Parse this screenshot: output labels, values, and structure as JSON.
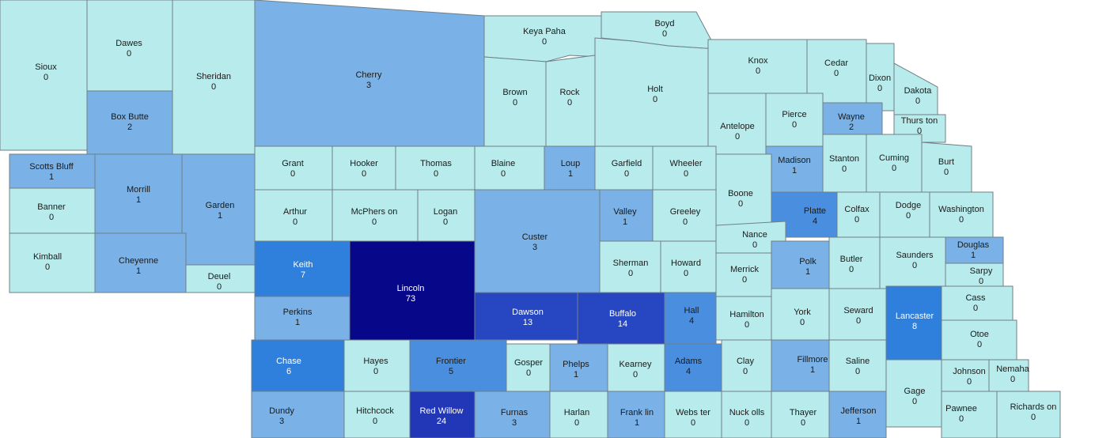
{
  "colors": {
    "c0": "#b8ecec",
    "c1": "#7ab1e6",
    "c4": "#4a8ee0",
    "c6": "#2f7fdd",
    "c13": "#2747c2",
    "c24": "#2137b8",
    "c73": "#07078a",
    "border": "#6f7f86",
    "text_light": "#1a1a1a",
    "text_dark": "#ffffff"
  },
  "counties": [
    {
      "id": "sioux",
      "name": "Sioux",
      "value": 0
    },
    {
      "id": "dawes",
      "name": "Dawes",
      "value": 0
    },
    {
      "id": "sheridan",
      "name": "Sheridan",
      "value": 0
    },
    {
      "id": "cherry",
      "name": "Cherry",
      "value": 3
    },
    {
      "id": "keya-paha",
      "name": "Keya Paha",
      "value": 0
    },
    {
      "id": "boyd",
      "name": "Boyd",
      "value": 0
    },
    {
      "id": "brown",
      "name": "Brown",
      "value": 0
    },
    {
      "id": "rock",
      "name": "Rock",
      "value": 0
    },
    {
      "id": "holt",
      "name": "Holt",
      "value": 0
    },
    {
      "id": "knox",
      "name": "Knox",
      "value": 0
    },
    {
      "id": "cedar",
      "name": "Cedar",
      "value": 0
    },
    {
      "id": "dixon",
      "name": "Dixon",
      "value": 0
    },
    {
      "id": "dakota",
      "name": "Dakota",
      "value": 0
    },
    {
      "id": "box-butte",
      "name": "Box Butte",
      "value": 2
    },
    {
      "id": "antelope",
      "name": "Antelope",
      "value": 0
    },
    {
      "id": "pierce",
      "name": "Pierce",
      "value": 0
    },
    {
      "id": "wayne",
      "name": "Wayne",
      "value": 2
    },
    {
      "id": "thurston",
      "name": "Thurs ton",
      "value": 0
    },
    {
      "id": "scotts-bluff",
      "name": "Scotts Bluff",
      "value": 1
    },
    {
      "id": "morrill",
      "name": "Morrill",
      "value": 1
    },
    {
      "id": "garden",
      "name": "Garden",
      "value": 1
    },
    {
      "id": "grant",
      "name": "Grant",
      "value": 0
    },
    {
      "id": "hooker",
      "name": "Hooker",
      "value": 0
    },
    {
      "id": "thomas",
      "name": "Thomas",
      "value": 0
    },
    {
      "id": "blaine",
      "name": "Blaine",
      "value": 0
    },
    {
      "id": "loup",
      "name": "Loup",
      "value": 1
    },
    {
      "id": "garfield",
      "name": "Garfield",
      "value": 0
    },
    {
      "id": "wheeler",
      "name": "Wheeler",
      "value": 0
    },
    {
      "id": "madison",
      "name": "Madison",
      "value": 1
    },
    {
      "id": "stanton",
      "name": "Stanton",
      "value": 0
    },
    {
      "id": "cuming",
      "name": "Cuming",
      "value": 0
    },
    {
      "id": "burt",
      "name": "Burt",
      "value": 0
    },
    {
      "id": "banner",
      "name": "Banner",
      "value": 0
    },
    {
      "id": "arthur",
      "name": "Arthur",
      "value": 0
    },
    {
      "id": "mcpherson",
      "name": "McPhers on",
      "value": 0
    },
    {
      "id": "logan",
      "name": "Logan",
      "value": 0
    },
    {
      "id": "custer",
      "name": "Custer",
      "value": 3
    },
    {
      "id": "valley",
      "name": "Valley",
      "value": 1
    },
    {
      "id": "greeley",
      "name": "Greeley",
      "value": 0
    },
    {
      "id": "boone",
      "name": "Boone",
      "value": 0
    },
    {
      "id": "platte",
      "name": "Platte",
      "value": 4
    },
    {
      "id": "colfax",
      "name": "Colfax",
      "value": 0
    },
    {
      "id": "dodge",
      "name": "Dodge",
      "value": 0
    },
    {
      "id": "washington",
      "name": "Washington",
      "value": 0
    },
    {
      "id": "kimball",
      "name": "Kimball",
      "value": 0
    },
    {
      "id": "cheyenne",
      "name": "Cheyenne",
      "value": 1
    },
    {
      "id": "deuel",
      "name": "Deuel",
      "value": 0
    },
    {
      "id": "keith",
      "name": "Keith",
      "value": 7
    },
    {
      "id": "lincoln",
      "name": "Lincoln",
      "value": 73
    },
    {
      "id": "sherman",
      "name": "Sherman",
      "value": 0
    },
    {
      "id": "howard",
      "name": "Howard",
      "value": 0
    },
    {
      "id": "nance",
      "name": "Nance",
      "value": 0
    },
    {
      "id": "merrick",
      "name": "Merrick",
      "value": 0
    },
    {
      "id": "polk",
      "name": "Polk",
      "value": 1
    },
    {
      "id": "butler",
      "name": "Butler",
      "value": 0
    },
    {
      "id": "saunders",
      "name": "Saunders",
      "value": 0
    },
    {
      "id": "douglas",
      "name": "Douglas",
      "value": 1
    },
    {
      "id": "sarpy",
      "name": "Sarpy",
      "value": 0
    },
    {
      "id": "perkins",
      "name": "Perkins",
      "value": 1
    },
    {
      "id": "dawson",
      "name": "Dawson",
      "value": 13
    },
    {
      "id": "buffalo",
      "name": "Buffalo",
      "value": 14
    },
    {
      "id": "hall",
      "name": "Hall",
      "value": 4
    },
    {
      "id": "hamilton",
      "name": "Hamilton",
      "value": 0
    },
    {
      "id": "york",
      "name": "York",
      "value": 0
    },
    {
      "id": "seward",
      "name": "Seward",
      "value": 0
    },
    {
      "id": "lancaster",
      "name": "Lancaster",
      "value": 8
    },
    {
      "id": "cass",
      "name": "Cass",
      "value": 0
    },
    {
      "id": "otoe",
      "name": "Otoe",
      "value": 0
    },
    {
      "id": "chase",
      "name": "Chase",
      "value": 6
    },
    {
      "id": "hayes",
      "name": "Hayes",
      "value": 0
    },
    {
      "id": "frontier",
      "name": "Frontier",
      "value": 5
    },
    {
      "id": "gosper",
      "name": "Gosper",
      "value": 0
    },
    {
      "id": "phelps",
      "name": "Phelps",
      "value": 1
    },
    {
      "id": "kearney",
      "name": "Kearney",
      "value": 0
    },
    {
      "id": "adams",
      "name": "Adams",
      "value": 4
    },
    {
      "id": "clay",
      "name": "Clay",
      "value": 0
    },
    {
      "id": "fillmore",
      "name": "Fillmore",
      "value": 1
    },
    {
      "id": "saline",
      "name": "Saline",
      "value": 0
    },
    {
      "id": "johnson",
      "name": "Johnson",
      "value": 0
    },
    {
      "id": "nemaha",
      "name": "Nemaha",
      "value": 0
    },
    {
      "id": "gage",
      "name": "Gage",
      "value": 0
    },
    {
      "id": "dundy",
      "name": "Dundy",
      "value": 3
    },
    {
      "id": "hitchcock",
      "name": "Hitchcock",
      "value": 0
    },
    {
      "id": "red-willow",
      "name": "Red Willow",
      "value": 24
    },
    {
      "id": "furnas",
      "name": "Furnas",
      "value": 3
    },
    {
      "id": "harlan",
      "name": "Harlan",
      "value": 0
    },
    {
      "id": "franklin",
      "name": "Frank lin",
      "value": 1
    },
    {
      "id": "webster",
      "name": "Webs ter",
      "value": 0
    },
    {
      "id": "nuckolls",
      "name": "Nuck olls",
      "value": 0
    },
    {
      "id": "thayer",
      "name": "Thayer",
      "value": 0
    },
    {
      "id": "jefferson",
      "name": "Jefferson",
      "value": 1
    },
    {
      "id": "pawnee",
      "name": "Pawnee",
      "value": 0
    },
    {
      "id": "richardson",
      "name": "Richards on",
      "value": 0
    }
  ]
}
